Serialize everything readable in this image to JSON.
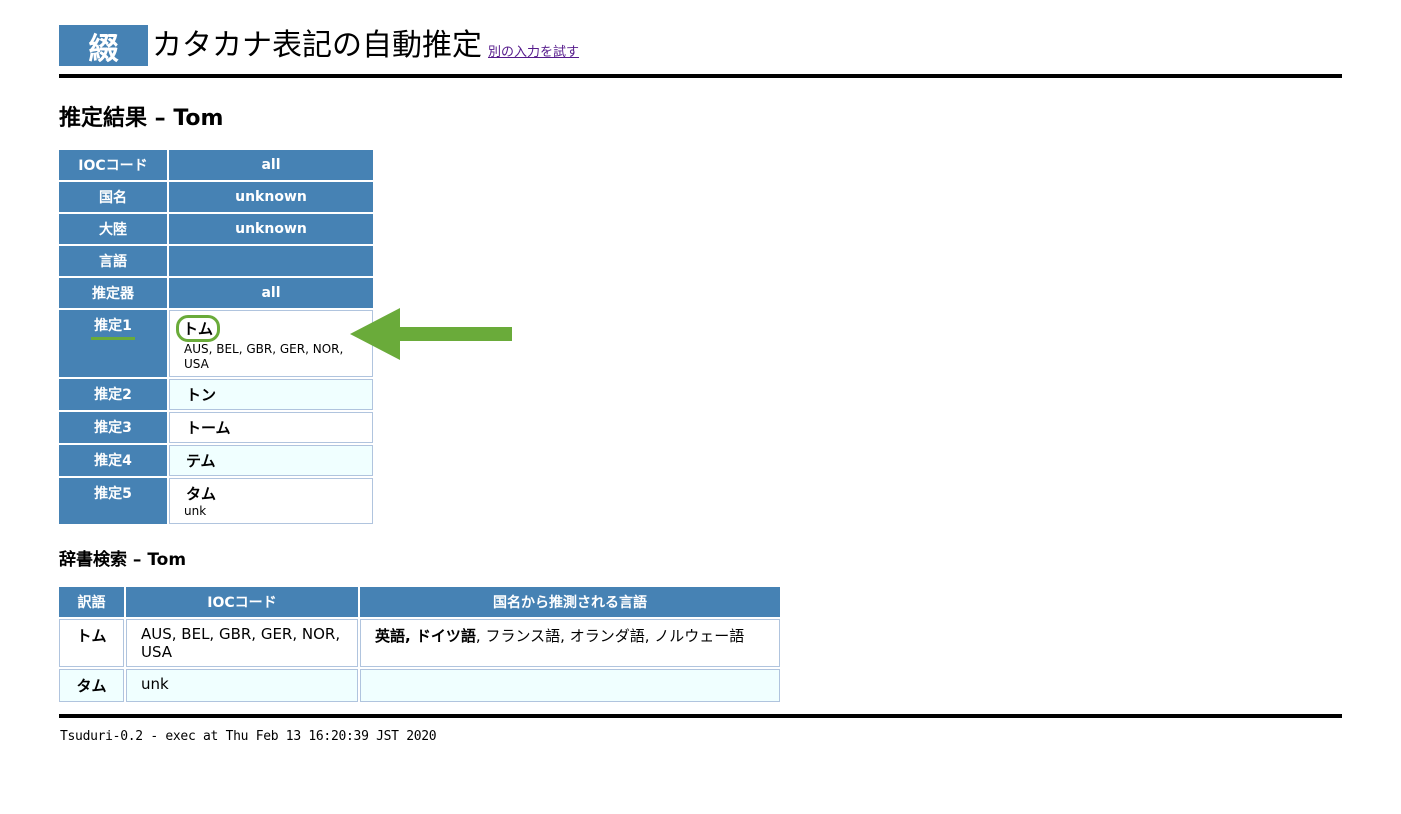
{
  "header": {
    "logo": "綴",
    "title": "カタカナ表記の自動推定",
    "retry_link": "別の入力を試す"
  },
  "result": {
    "heading": "推定結果 – Tom",
    "info_rows": [
      {
        "label": "IOCコード",
        "value": "all"
      },
      {
        "label": "国名",
        "value": "unknown"
      },
      {
        "label": "大陸",
        "value": "unknown"
      },
      {
        "label": "言語",
        "value": ""
      },
      {
        "label": "推定器",
        "value": "all"
      }
    ],
    "candidates": [
      {
        "label": "推定1",
        "main": "トム",
        "sub": "AUS, BEL, GBR, GER, NOR, USA"
      },
      {
        "label": "推定2",
        "main": "トン",
        "sub": ""
      },
      {
        "label": "推定3",
        "main": "トーム",
        "sub": ""
      },
      {
        "label": "推定4",
        "main": "テム",
        "sub": ""
      },
      {
        "label": "推定5",
        "main": "タム",
        "sub": "unk"
      }
    ]
  },
  "dictionary": {
    "heading": "辞書検索 – Tom",
    "columns": [
      "訳語",
      "IOCコード",
      "国名から推測される言語"
    ],
    "rows": [
      {
        "word": "トム",
        "codes": "AUS, BEL, GBR, GER, NOR, USA",
        "langs_bold": "英語, ドイツ語",
        "langs_rest": ", フランス語, オランダ語, ノルウェー語"
      },
      {
        "word": "タム",
        "codes": "unk",
        "langs_bold": "",
        "langs_rest": ""
      }
    ]
  },
  "annotation": {
    "arrow_color": "#6aab3a"
  },
  "colors": {
    "header_bg": "#4682b4",
    "alt_row_bg": "#f0ffff"
  },
  "footer": "Tsuduri-0.2 - exec at Thu Feb 13 16:20:39 JST 2020"
}
